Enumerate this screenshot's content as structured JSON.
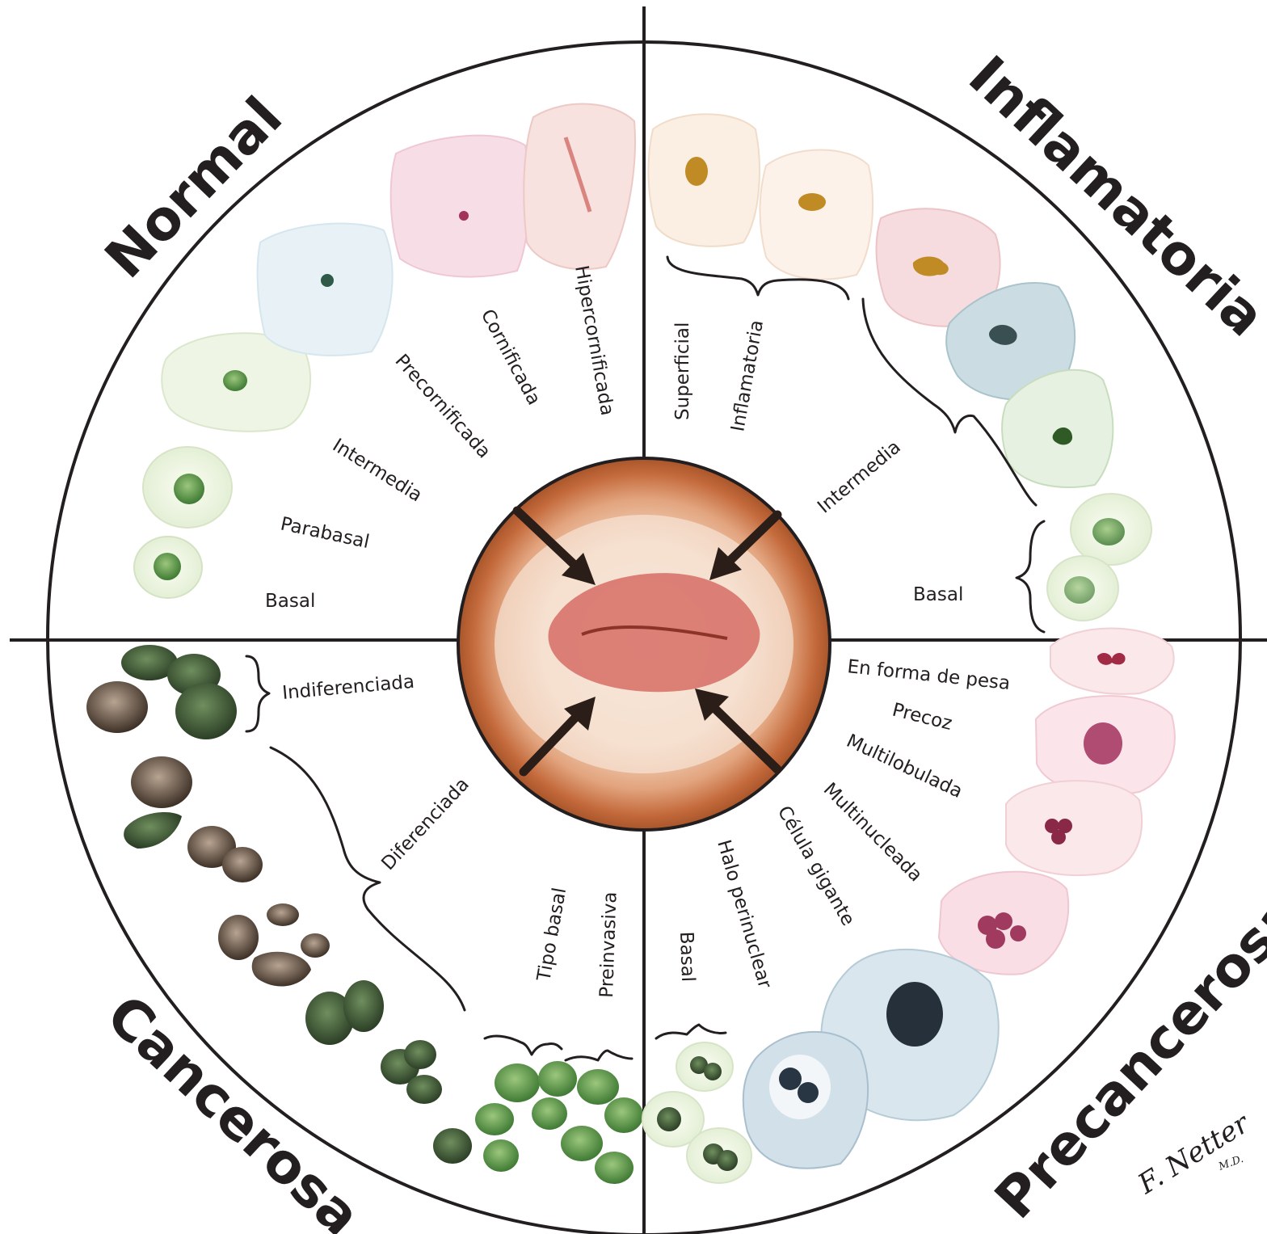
{
  "quadrants": {
    "normal": {
      "title": "Normal",
      "labels": [
        "Basal",
        "Parabasal",
        "Intermedia",
        "Precornificada",
        "Cornificada",
        "Hipercornificada"
      ]
    },
    "inflamatoria": {
      "title": "Inflamatoria",
      "labels": [
        "Superficial",
        "Inflamatoria",
        "Intermedia",
        "Basal"
      ]
    },
    "cancerosa": {
      "title": "Cancerosa",
      "labels": [
        "Indiferenciada",
        "Diferenciada",
        "Tipo basal",
        "Preinvasiva"
      ]
    },
    "precancerosa": {
      "title": "Precancerosa",
      "labels": [
        "En forma de pesa",
        "Precoz",
        "Multilobulada",
        "Multinucleada",
        "Célula gigante",
        "Halo perinuclear",
        "Basal"
      ]
    }
  },
  "signature": {
    "name": "F. Netter",
    "suffix": "M.D."
  },
  "colors": {
    "cervix_rim": "#b8582a",
    "cervix_center": "#f4dccb",
    "lesion": "#d8736a",
    "normal_cell_green": "#5f9a4a",
    "pink_cell": "#f2c8d0",
    "blue_cell": "#bfd3d8",
    "cancer_nucleus_dark": "#3f3b34",
    "precancer_nucleus": "#8a2848"
  }
}
